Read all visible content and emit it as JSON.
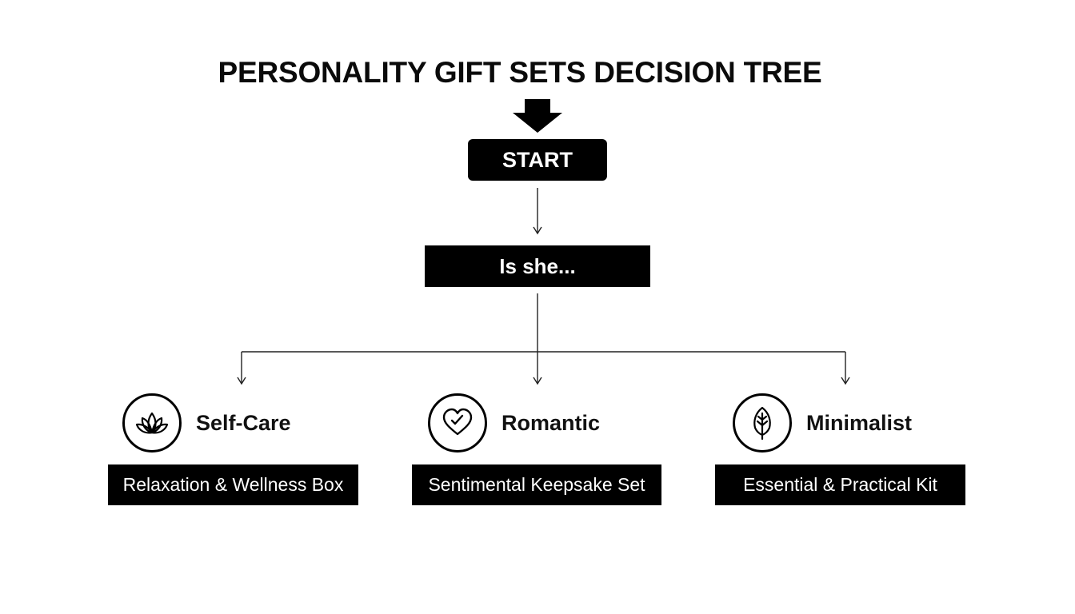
{
  "title": "PERSONALITY GIFT SETS DECISION TREE",
  "start": {
    "label": "START"
  },
  "question": {
    "label": "Is she..."
  },
  "branches": [
    {
      "label": "Self-Care",
      "icon": "lotus-icon",
      "result": "Relaxation & Wellness Box"
    },
    {
      "label": "Romantic",
      "icon": "heart-icon",
      "result": "Sentimental Keepsake Set"
    },
    {
      "label": "Minimalist",
      "icon": "leaf-icon",
      "result": "Essential & Practical Kit"
    }
  ],
  "colors": {
    "box_fill": "#000000",
    "box_text": "#ffffff",
    "line": "#222222"
  }
}
